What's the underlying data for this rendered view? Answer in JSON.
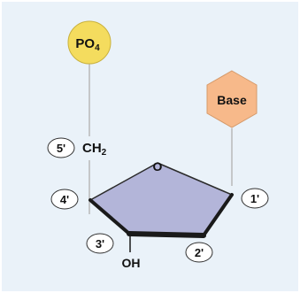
{
  "phosphate": {
    "label": "PO",
    "subscript": "4",
    "color": "#f4dc5e"
  },
  "base": {
    "label": "Base",
    "color": "#f7b98a"
  },
  "ch2": {
    "label": "CH",
    "subscript": "2"
  },
  "ring_oxygen": "O",
  "hydroxyl": "OH",
  "carbon_labels": {
    "c5": "5'",
    "c4": "4'",
    "c3": "3'",
    "c2": "2'",
    "c1": "1'"
  },
  "ring_color": "#b3b5d9"
}
